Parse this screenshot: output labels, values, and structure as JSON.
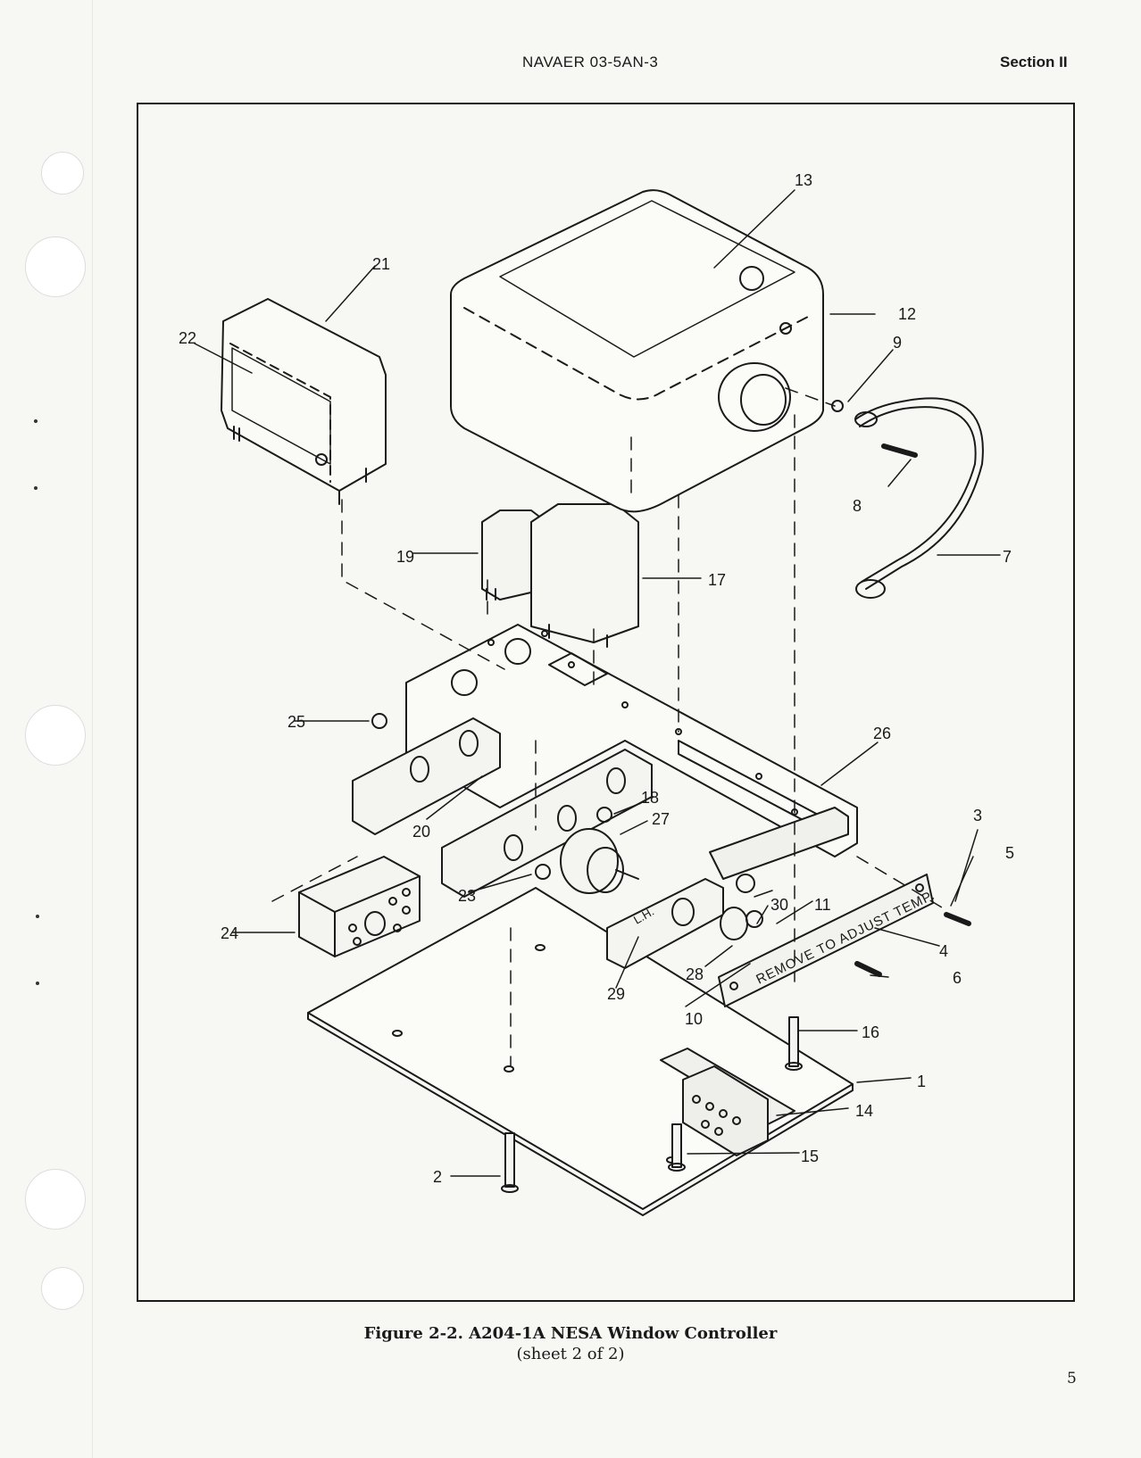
{
  "header": {
    "doc_number": "NAVAER 03-5AN-3",
    "section": "Section II"
  },
  "plate_text": "REMOVE TO ADJUST TEMP.",
  "lh_label": "L.H.",
  "callouts": [
    "1",
    "2",
    "3",
    "4",
    "5",
    "6",
    "7",
    "8",
    "9",
    "10",
    "11",
    "12",
    "13",
    "14",
    "15",
    "16",
    "17",
    "18",
    "19",
    "20",
    "21",
    "22",
    "23",
    "24",
    "25",
    "26",
    "27",
    "28",
    "29",
    "30"
  ],
  "caption": {
    "title": "Figure 2-2.  A204-1A NESA Window Controller",
    "subtitle": "(sheet 2 of 2)"
  },
  "page_number": "5"
}
